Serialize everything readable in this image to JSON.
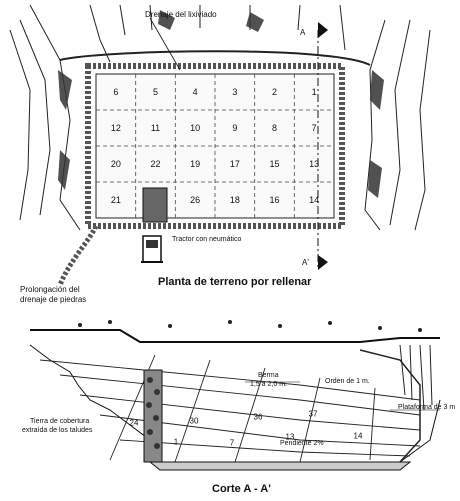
{
  "plan": {
    "drain_label": "Drenaje del lixiviado",
    "section_marker_top": "A",
    "section_marker_bottom": "A'",
    "tractor_label": "Tractor con neumático",
    "extension_label_line1": "Prolongación del",
    "extension_label_line2": "drenaje de piedras",
    "title": "Planta de terreno por rellenar",
    "cells": [
      [
        "6",
        "5",
        "4",
        "3",
        "2",
        "1"
      ],
      [
        "12",
        "11",
        "10",
        "9",
        "8",
        "7"
      ],
      [
        "20",
        "22",
        "19",
        "17",
        "15",
        "13"
      ],
      [
        "21",
        "",
        "26",
        "18",
        "16",
        "14"
      ]
    ]
  },
  "section": {
    "berm_line1": "Berma",
    "berm_line2": "1,5 a 2,0 m.",
    "slope_label": "Orden de 1 m.",
    "platform_label": "Plataforma de 3 m",
    "cover_line1": "Tierra de cobertura",
    "cover_line2": "extraída de los taludes",
    "gradient_label": "Pendiente 2%",
    "title": "Corte  A - A'",
    "cells": [
      "24",
      "30",
      "36",
      "37",
      "1",
      "7",
      "13",
      "14"
    ]
  }
}
